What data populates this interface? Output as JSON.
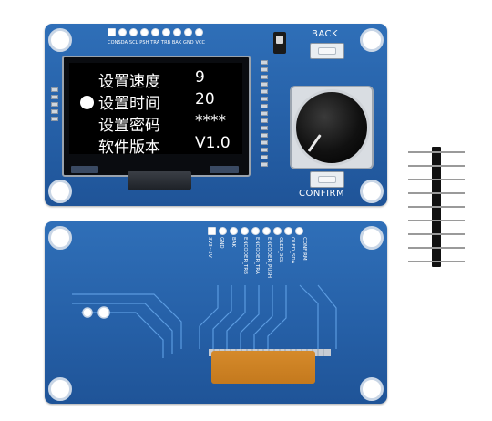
{
  "front": {
    "pin_labels": "CONSDA SCL PSH TRA TRB BAK GND VCC",
    "back_label": "BACK",
    "confirm_label": "CONFIRM",
    "menu": [
      {
        "label": "设置速度",
        "value": "9"
      },
      {
        "label": "设置时间",
        "value": "20"
      },
      {
        "label": "设置密码",
        "value": "****"
      },
      {
        "label": "软件版本",
        "value": "V1.0"
      }
    ]
  },
  "back": {
    "pin_labels": [
      "3V3~5V",
      "GND",
      "BAK",
      "ENCODER_TRB",
      "ENCODER_TRA",
      "ENCODER_PUSH",
      "OLED_SCL",
      "OLED_SDA",
      "CONFIRM"
    ]
  },
  "colors": {
    "pcb_blue": "#2f6fb8",
    "fpc_orange": "#d58a2b",
    "screen_black": "#000000"
  },
  "icons": {
    "cursor": "selection-dot-icon",
    "encoder": "rotary-encoder-knob-icon"
  }
}
